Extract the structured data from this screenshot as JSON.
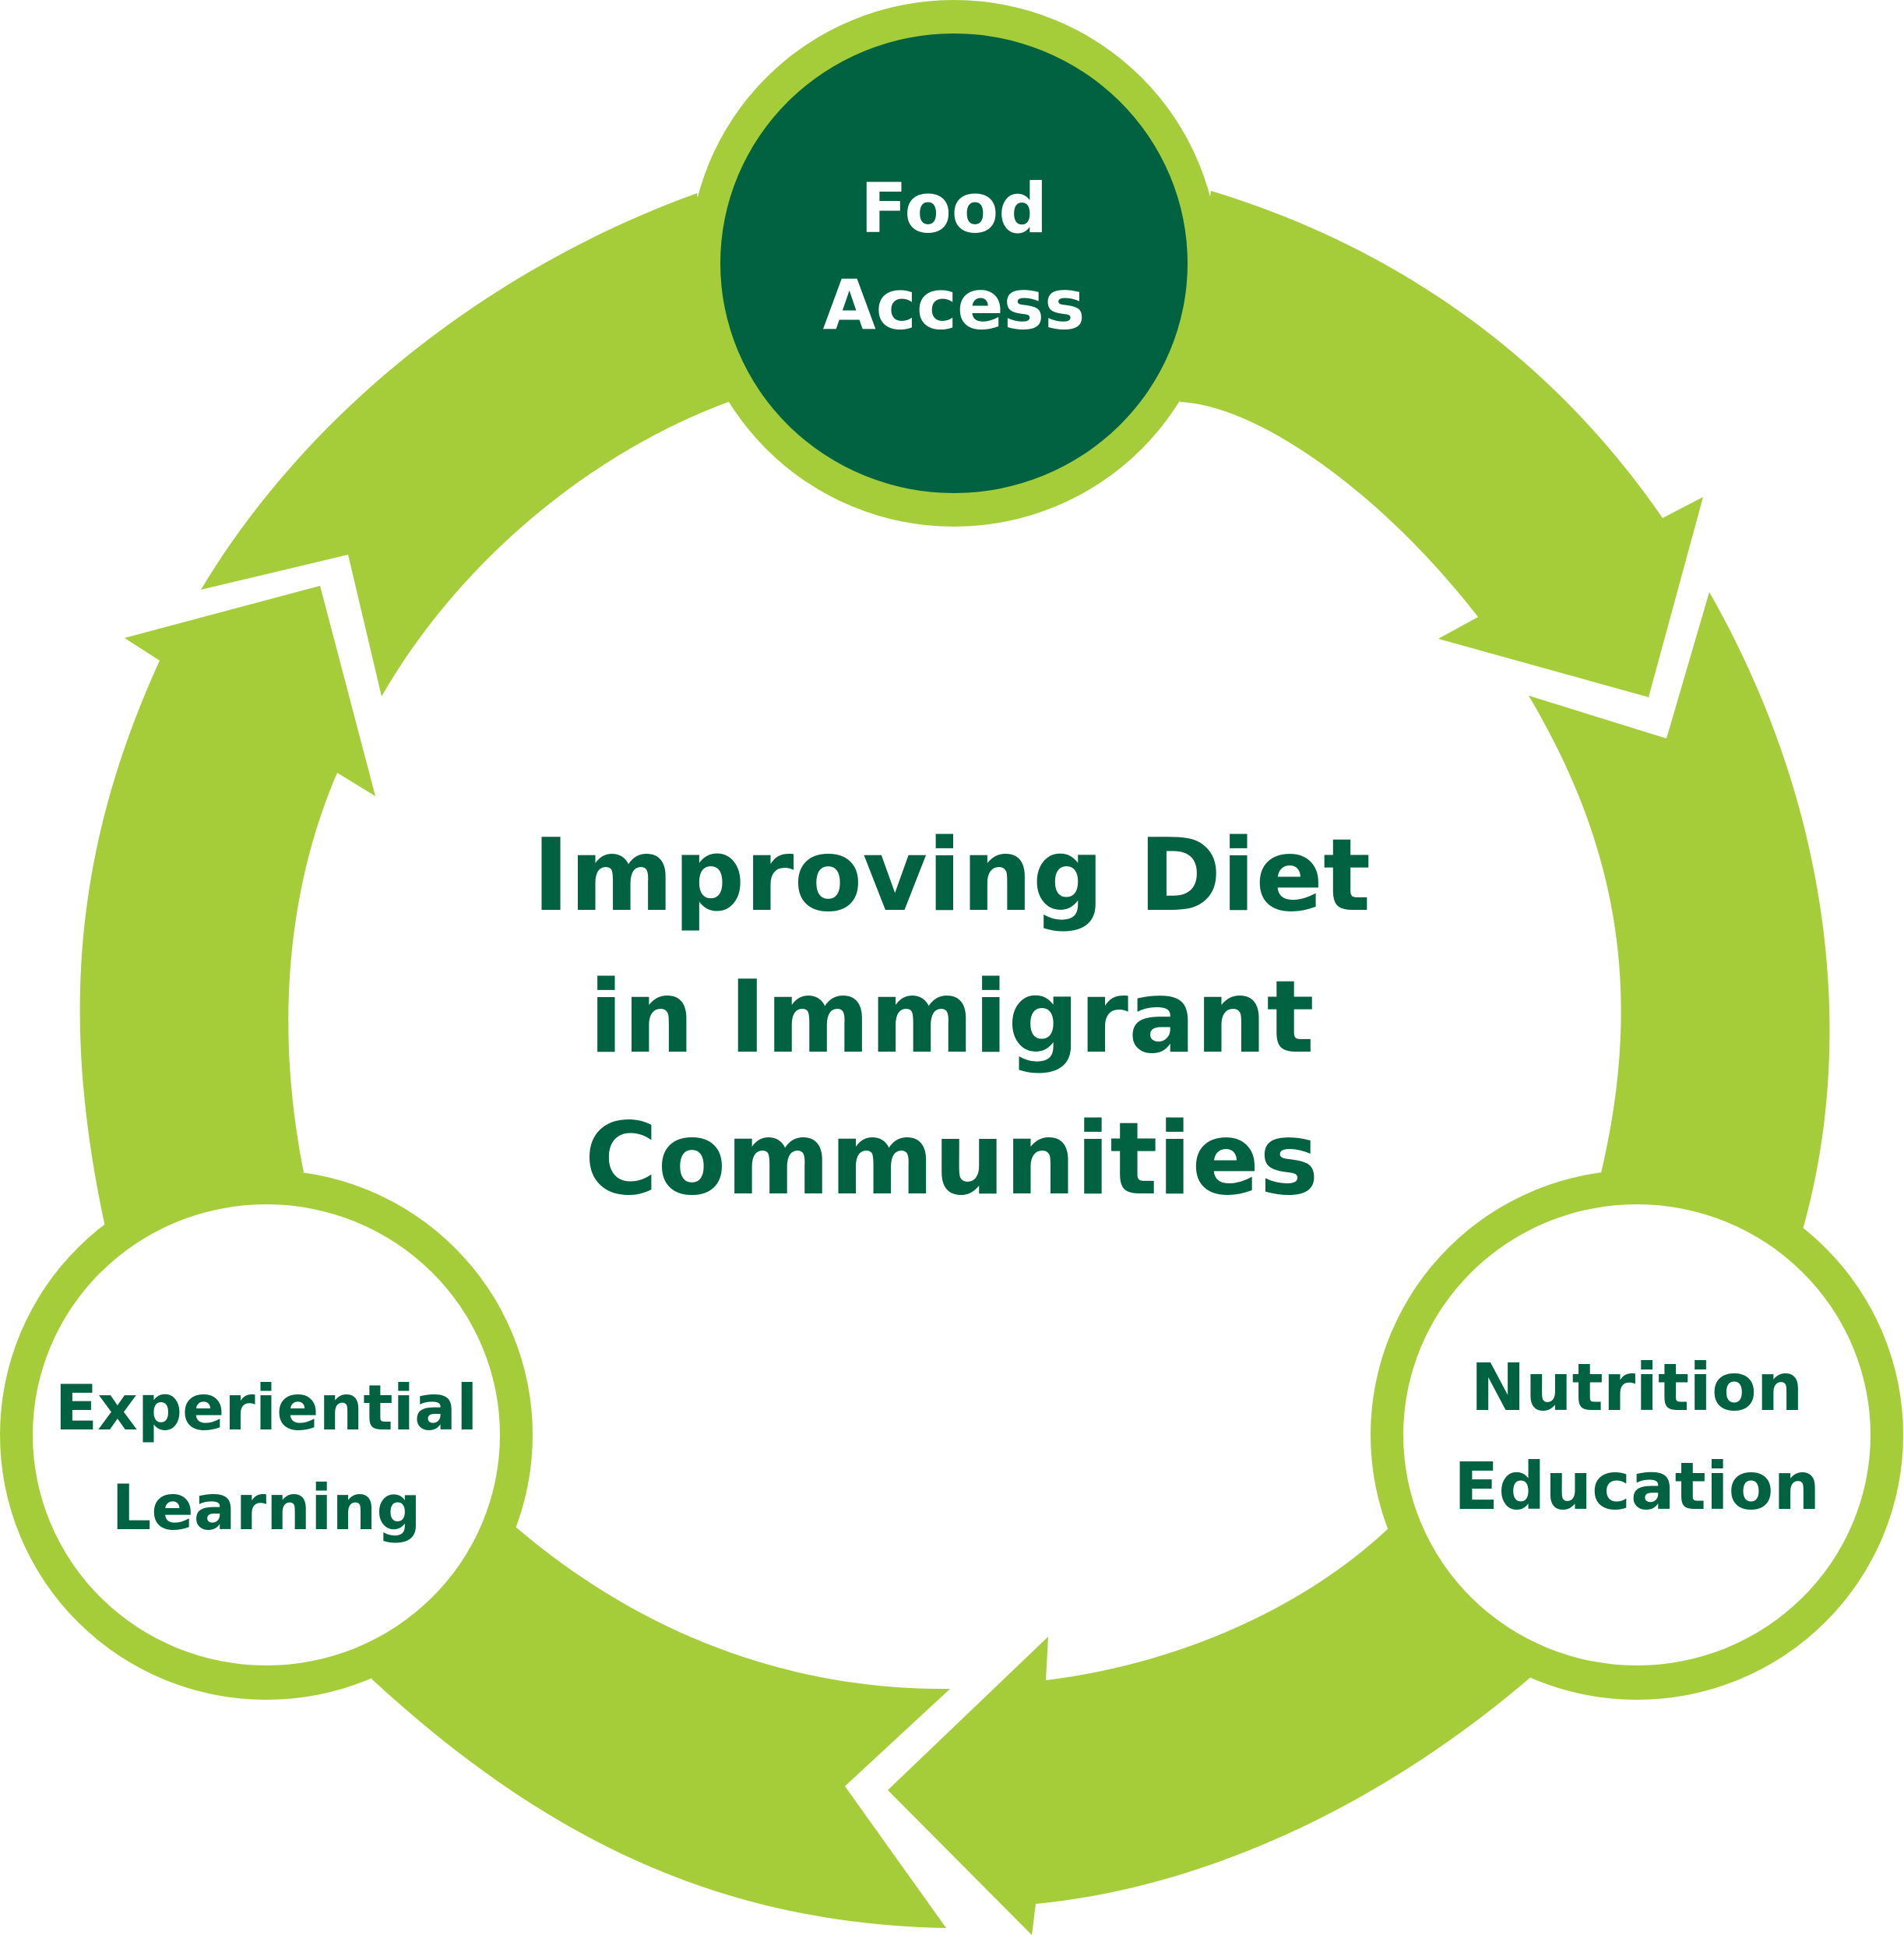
{
  "diagram": {
    "center_title": {
      "line1": "Improving Diet",
      "line2": "in Immigrant",
      "line3": "Communities"
    },
    "nodes": {
      "food_access": {
        "line1": "Food",
        "line2": "Access"
      },
      "nutrition_education": {
        "line1": "Nutrition",
        "line2": "Education"
      },
      "experiential_learning": {
        "line1": "Experiential",
        "line2": "Learning"
      }
    },
    "colors": {
      "light_green": "#a5cd39",
      "dark_green": "#006241",
      "white": "#ffffff"
    }
  }
}
